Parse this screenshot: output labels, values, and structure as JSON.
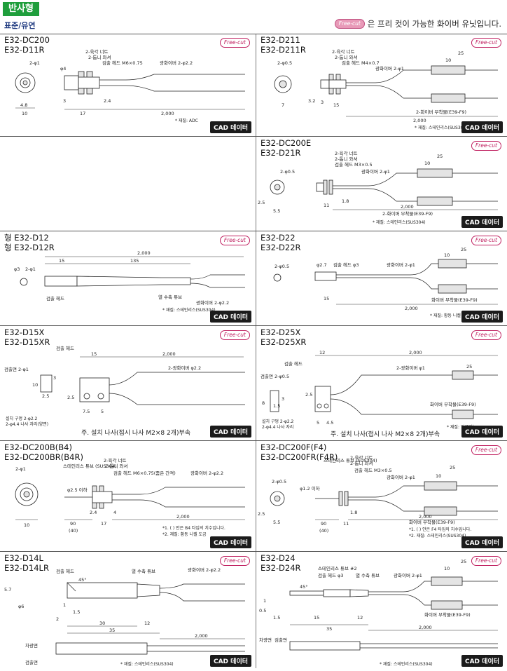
{
  "header": {
    "category": "반사형",
    "subcategory": "표준/유연",
    "freecut_label": "Free-cut",
    "top_note": "은 프리 컷이 가능한 화이버 유닛입니다."
  },
  "cad_label": "CAD 데이터",
  "freecut_label": "Free-cut",
  "cells": [
    {
      "models": [
        "E32-DC200",
        "E32-D11R"
      ],
      "freecut": true,
      "labels": {
        "nut": "2-육각 너트",
        "washer": "2-톱니 와셔",
        "head": "검출 헤드 M6×0.75",
        "fiber": "광화이버 2-φ2.2",
        "d1": "2-φ1",
        "d4": "φ4",
        "dim3": "3",
        "dim17": "17",
        "dim24": "2.4",
        "dim2000": "2,000",
        "dim48": "4.8",
        "dim10": "10",
        "material": "* 재질: ADC"
      },
      "cad": true
    },
    {
      "models": [
        "E32-D211",
        "E32-D211R"
      ],
      "freecut": true,
      "labels": {
        "nut": "2-육각 너트",
        "washer": "2-톱니 와셔",
        "head": "검출 헤드 M4×0.7",
        "fiber": "광화이버 2-φ1",
        "d05": "2-φ0.5",
        "att": "2-화이버 부착물(E39-F9)",
        "dim25": "25",
        "dim10": "10",
        "dim7": "7",
        "dim32": "3.2",
        "dim3": "3",
        "dim15": "15",
        "dim2000": "2,000",
        "material": "* 재질: 스테인리스(SUS303)"
      },
      "cad": true
    },
    {
      "models": [
        "E32-DC200E",
        "E32-D21R"
      ],
      "freecut": true,
      "labels": {
        "nut": "2-육각 너트",
        "washer": "2-톱니 와셔",
        "head": "검출 헤드 M3×0.5",
        "fiber": "광화이버 2-φ1",
        "d05": "2-φ0.5",
        "att": "2-화이버 부착물(E39-F9)",
        "dim25": "25",
        "dim10": "10",
        "dim25b": "2.5",
        "dim55": "5.5",
        "dim11": "11",
        "dim18": "1.8",
        "dim2000": "2,000",
        "material": "* 재질: 스테인리스(SUS304)"
      },
      "cad": true
    },
    {
      "models": [
        "형 E32-D12",
        "형 E32-D12R"
      ],
      "freecut": true,
      "labels": {
        "d3": "φ3",
        "d1": "2-φ1",
        "dim2000": "2,000",
        "dim15": "15",
        "dim135": "135",
        "head": "검출 헤드",
        "tube": "열 수축 튜브",
        "fiber": "광화이버 2-φ2.2",
        "material": "* 재질: 스테인리스(SUS304)"
      },
      "cad": true
    },
    {
      "models": [
        "E32-D22",
        "E32-D22R"
      ],
      "freecut": true,
      "labels": {
        "d05": "2-φ0.5",
        "d27": "φ2.7",
        "head": "검출 헤드 φ3",
        "fiber": "광화이버 2-φ1",
        "att": "화이버 부착물(E39-F9)",
        "dim25": "25",
        "dim10": "10",
        "dim15": "15",
        "dim2000": "2,000",
        "material": "* 재질: 황동 니켈 도금"
      },
      "cad": true
    },
    {
      "models": [
        "E32-D15X",
        "E32-D15XR"
      ],
      "freecut": true,
      "labels": {
        "head": "검출 헤드",
        "face": "검출면 2-φ1",
        "fiber": "2-광화이버 φ2.2",
        "dim15": "15",
        "dim2000": "2,000",
        "dim3": "3",
        "dim10": "10",
        "dim25": "2.5",
        "dim75": "7.5",
        "dim5": "5",
        "hole": "설치 구멍 2-φ2.2",
        "hole2": "2-φ4.4 나사 자리(양면)",
        "note": "주. 설치 나사(접시 나사 M2×8 2개)부속"
      },
      "cad": true
    },
    {
      "models": [
        "E32-D25X",
        "E32-D25XR"
      ],
      "freecut": true,
      "labels": {
        "head": "검출 헤드",
        "face": "검출면 2-φ0.5",
        "fiber": "2-광화이버 φ1",
        "att": "화이버 부착물(E39-F9)",
        "dim12": "12",
        "dim2000": "2,000",
        "dim25": "25",
        "dim8": "8",
        "dim15": "1.5",
        "dim25b": "2.5",
        "dim5": "5",
        "dim45": "4.5",
        "dim3": "3",
        "hole": "설치 구멍 2-φ2.2",
        "hole2": "2-φ4.4 나사 자리",
        "material": "* 재질: 알루미늄",
        "note": "주. 설치 나사(접시 나사 M2×8 2개)부속"
      },
      "cad": true
    },
    {
      "models": [
        "E32-DC200B(B4)",
        "E32-DC200BR(B4R)"
      ],
      "freecut": false,
      "labels": {
        "d1": "2-φ1",
        "nut": "2-육각 너트",
        "washer": "2-톱니 와셔",
        "tube": "스테인리스 튜브 (SUS304)",
        "head": "검출 헤드 M6×0.75(줌은 간격)",
        "fiber": "광화이버 2-φ2.2",
        "d25": "φ2.5 이하",
        "dim24": "2.4",
        "dim90": "90",
        "dim40": "(40)",
        "dim17": "17",
        "dim4": "4",
        "dim2000": "2,000",
        "dim10": "10",
        "fn1": "*1. ( ) 안은 B4 타입의 치수입니다.",
        "fn2": "*2. 재질: 황동 니켈 도금"
      },
      "cad": true
    },
    {
      "models": [
        "E32-DC200F(F4)",
        "E32-DC200FR(F4R)"
      ],
      "freecut": true,
      "labels": {
        "d05": "2-φ0.5",
        "tube": "스테인리스 튜브 (SUS304)",
        "nut": "2-육각 너트",
        "washer": "2-톱니 와셔",
        "head": "검출 헤드 M3×0.5",
        "fiber": "광화이버 2-φ1",
        "d12": "φ1.2 이하",
        "att": "화이버 부착물(E39-F9)",
        "dim25": "25",
        "dim10": "10",
        "dim18": "1.8",
        "dim90": "90",
        "dim40": "(40)",
        "dim11": "11",
        "dim2000": "2,000",
        "dim25b": "2.5",
        "dim55": "5.5",
        "fn1": "*1. ( ) 안은 F4 타입의 치수입니다.",
        "fn2": "*2. 재질: 스테인리스(SUS304)"
      },
      "cad": true
    },
    {
      "models": [
        "E32-D14L",
        "E32-D14LR"
      ],
      "freecut": true,
      "labels": {
        "head": "검출 헤드",
        "tube": "열 수축 튜브",
        "fiber": "광화이버 2-φ2.2",
        "angle": "45°",
        "d6": "φ6",
        "dim57": "5.7",
        "dim1": "1",
        "dim15": "1.5",
        "dim2": "2",
        "dim30": "30",
        "dim12": "12",
        "dim35": "35",
        "dim2000": "2,000",
        "shield": "차광면",
        "face": "검출면",
        "material": "* 재질: 스테인리스(SUS304)"
      },
      "cad": true
    },
    {
      "models": [
        "E32-D24",
        "E32-D24R"
      ],
      "freecut": true,
      "labels": {
        "tube": "스테인리스 튜브 #2",
        "head": "검출 헤드 φ3",
        "tube2": "열 수축 튜브",
        "fiber": "광화이버 2-φ1",
        "angle": "45°",
        "att": "화이버 부착물(E39-F9)",
        "dim25": "25",
        "dim10": "10",
        "dim1": "1",
        "dim05": "0.5",
        "dim15": "1.5",
        "dim15b": "15",
        "dim12": "12",
        "dim35": "35",
        "dim2000": "2,000",
        "shield": "차광면",
        "face": "검출면",
        "material": "* 재질: 스테인리스(SUS304)"
      },
      "cad": true
    }
  ]
}
